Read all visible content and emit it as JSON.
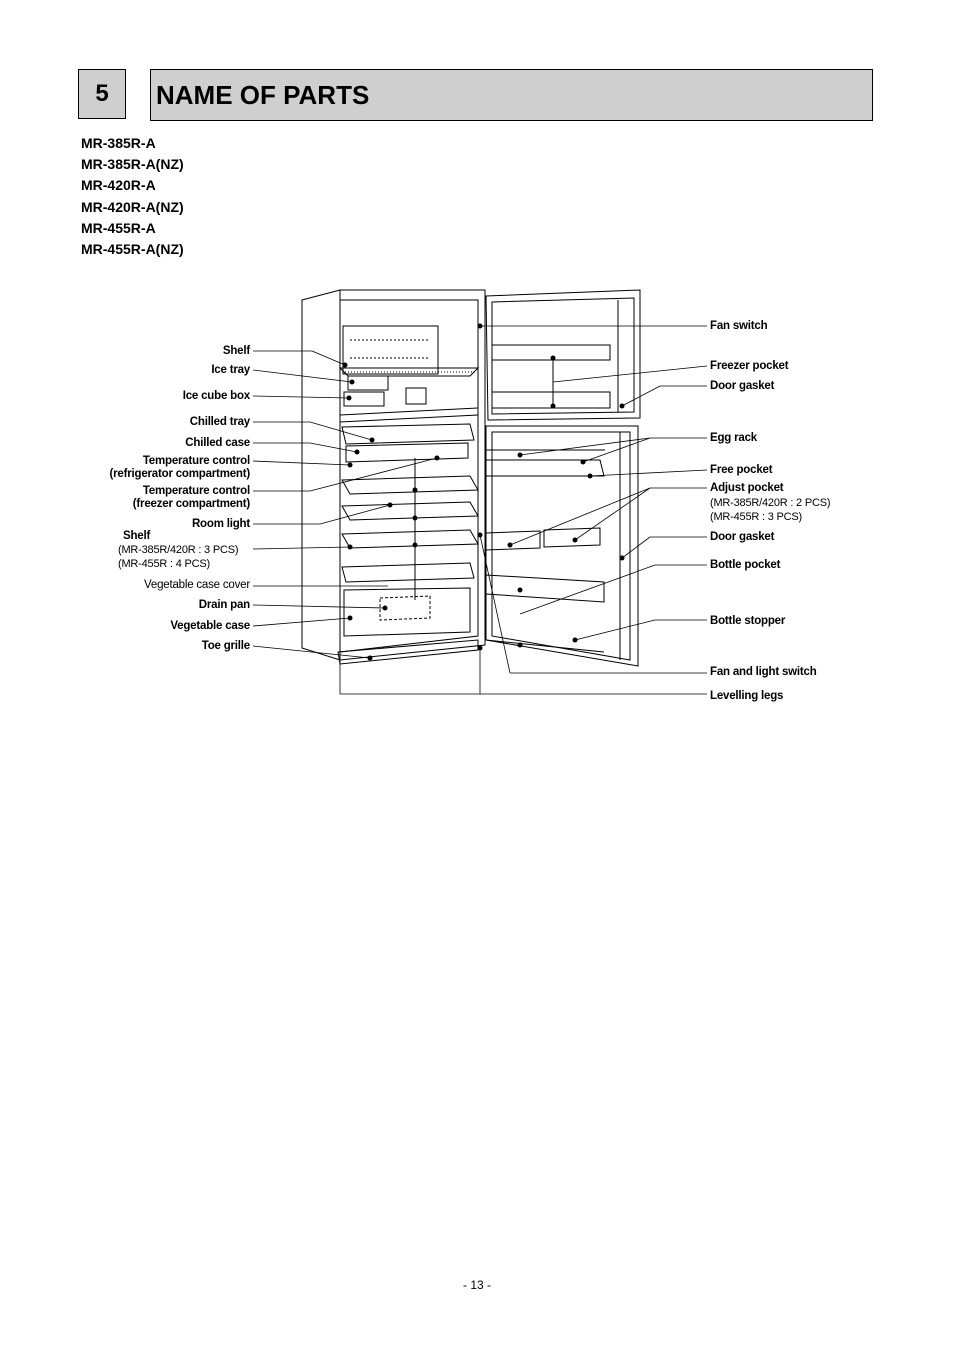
{
  "section": {
    "number": "5",
    "title": "NAME OF PARTS"
  },
  "models": [
    "MR-385R-A",
    "MR-385R-A(NZ)",
    "MR-420R-A",
    "MR-420R-A(NZ)",
    "MR-455R-A",
    "MR-455R-A(NZ)"
  ],
  "labels_left": {
    "shelf_top": "Shelf",
    "ice_tray": "Ice tray",
    "ice_cube_box": "Ice cube box",
    "chilled_tray": "Chilled tray",
    "chilled_case": "Chilled case",
    "temp_ref_1": "Temperature control",
    "temp_ref_2": "(refrigerator compartment)",
    "temp_frz_1": "Temperature control",
    "temp_frz_2": "(freezer compartment)",
    "room_light": "Room light",
    "shelf": "Shelf",
    "shelf_note_1": "(MR-385R/420R : 3 PCS)",
    "shelf_note_2": "(MR-455R          : 4 PCS)",
    "veg_cover": "Vegetable case cover",
    "drain_pan": "Drain pan",
    "veg_case": "Vegetable case",
    "toe_grille": "Toe grille"
  },
  "labels_right": {
    "fan_switch": "Fan switch",
    "freezer_pocket": "Freezer pocket",
    "door_gasket_top": "Door gasket",
    "egg_rack": "Egg rack",
    "free_pocket": "Free pocket",
    "adjust_pocket": "Adjust pocket",
    "adjust_note_1": "(MR-385R/420R : 2 PCS)",
    "adjust_note_2": "(MR-455R          : 3 PCS)",
    "door_gasket_bottom": "Door gasket",
    "bottle_pocket": "Bottle pocket",
    "bottle_stopper": "Bottle stopper",
    "fan_light_switch": "Fan and light switch",
    "levelling_legs": "Levelling legs"
  },
  "page_number": "- 13 -"
}
